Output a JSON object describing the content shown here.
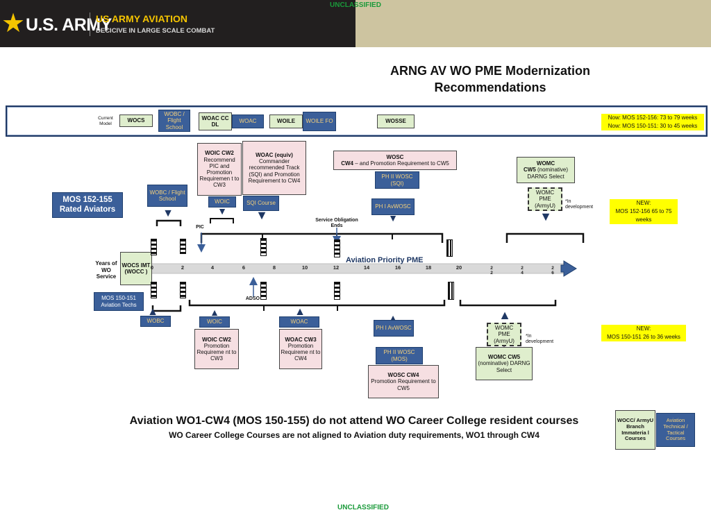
{
  "header": {
    "star": "★",
    "army_wordmark": "U.S. ARMY",
    "brand_title": "US ARMY AVIATION",
    "brand_subtitle": "DECICIVE IN LARGE SCALE COMBAT",
    "classification_top": "UNCLASSIFIED",
    "classification_bottom": "UNCLASSIFIED"
  },
  "title": {
    "line1": "ARNG AV WO PME Modernization",
    "line2": "Recommendations"
  },
  "current_model": {
    "label": "Current Model",
    "boxes": {
      "wocs": "WOCS",
      "wobc": "WOBC / Flight School",
      "woac_ccdl": "WOAC CC DL",
      "woac": "WOAC",
      "woile": "WOILE",
      "woile_fo": "WOILE FO",
      "wosse": "WOSSE"
    },
    "notes": {
      "now_152_156": "Now: MOS 152-156: 73 to 79 weeks",
      "now_150_151": "Now: MOS 150-151: 30 to 45 weeks"
    }
  },
  "upper_track": {
    "mos_rated": "MOS 152-155 Rated Aviators",
    "wobc_flight": "WOBC / Flight School",
    "woic": "WOIC",
    "woic_cw2": {
      "title": "WOIC CW2",
      "body": "Recommend PIC and Promotion Requiremen t to CW3"
    },
    "woac_equiv": {
      "title": "WOAC (equiv)",
      "body": "Commander recommended Track (SQI) and Promotion Requirement to CW4"
    },
    "sqi_course": "SQI Course",
    "wosc_cw4": {
      "title": "WOSC",
      "body_bold": "CW4",
      "body": " – and Promotion Requirement to CW5"
    },
    "ph2_wosc": "PH II WOSC (SQI)",
    "ph1_avwosc": "PH I AvWOSC",
    "womc_cw5": {
      "title": "WOMC",
      "body_bold": "CW5",
      "body": " (nominative) DARNG Select"
    },
    "womc_pme": "WOMC PME (ArmyU)",
    "in_development": "*In development",
    "new_note": {
      "line1": "NEW:",
      "line2": "MOS 152-156 65  to 75",
      "line3": "weeks"
    },
    "pic_label": "PIC",
    "service_obligation": "Service Obligation Ends"
  },
  "timeline": {
    "years_label": "Years of WO Service",
    "wocs_imt": "WOCS IMT (WOCC )",
    "title": "Aviation Priority PME",
    "ticks": [
      "0",
      "2",
      "4",
      "6",
      "8",
      "10",
      "12",
      "14",
      "16",
      "18",
      "20",
      "2\n2",
      "2\n4",
      "2\n6"
    ],
    "adso": "ADSO"
  },
  "lower_track": {
    "mos_techs": "MOS 150-151 Aviation Techs",
    "wobc": "WOBC",
    "woic": "WOIC",
    "woic_cw2": {
      "title": "WOIC CW2",
      "body": "Promotion Requireme nt to CW3"
    },
    "woac": "WOAC",
    "woac_cw3": {
      "title": "WOAC CW3",
      "body": "Promotion Requireme nt to CW4"
    },
    "ph1_avwosc": "PH I AvWOSC",
    "ph2_wosc": "PH II WOSC (MOS)",
    "wosc_cw4": {
      "title": "WOSC CW4",
      "body": "Promotion Requirement to CW5"
    },
    "womc_pme": "WOMC PME (ArmyU)",
    "in_development": "*In development",
    "womc_cw5": {
      "title": "WOMC CW5",
      "body": "(nominative) DARNG Select"
    },
    "new_note": {
      "line1": "NEW:",
      "line2": "MOS 150-151 26 to 36 weeks"
    }
  },
  "footer": {
    "line1": "Aviation WO1-CW4 (MOS 150-155) do not attend WO Career College resident courses",
    "line2": "WO Career College Courses are not aligned to Aviation duty requirements, WO1 through CW4",
    "legend_green": "WOCC/ ArmyU Branch Immateria l Courses",
    "legend_blue": "Aviation Technical / Tactical Courses"
  },
  "colors": {
    "navy": "#1f3864",
    "course_blue": "#3b5f99",
    "career_green": "#dfeecd",
    "requirement_pink": "#f6dfe2",
    "note_yellow": "#ffff00",
    "classification_green": "#1a9a3a",
    "header_gold": "#cdc4a0"
  }
}
